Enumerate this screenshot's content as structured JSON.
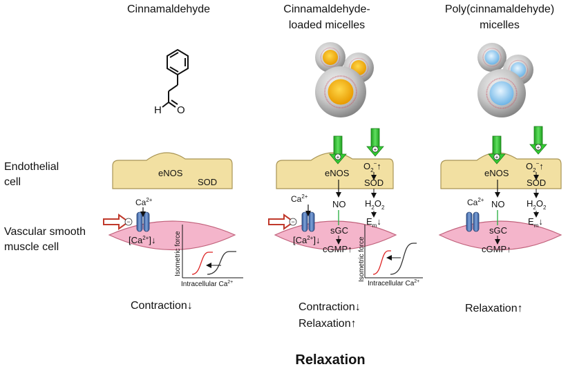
{
  "columns": {
    "col1": {
      "title": "Cinnamaldehyde",
      "outcome_a": "Contraction↓"
    },
    "col2": {
      "title_line1": "Cinnamaldehyde-",
      "title_line2": "loaded micelles",
      "outcome_a": "Contraction↓",
      "outcome_b": "Relaxation↑"
    },
    "col3": {
      "title_line1": "Poly(cinnamaldehyde)",
      "title_line2": "micelles",
      "outcome_a": "Relaxation↑"
    }
  },
  "row_labels": {
    "endothelial_line1": "Endothelial",
    "endothelial_line2": "cell",
    "vsmc_line1": "Vascular smooth",
    "vsmc_line2": "muscle cell"
  },
  "molecule": {
    "h": "H",
    "o": "O"
  },
  "labels": {
    "enos": "eNOS",
    "sod": "SOD",
    "ca": "Ca",
    "ca_sup": "2+",
    "ca_int_open": "[Ca",
    "ca_int_close": "]↓",
    "no": "NO",
    "sgc": "sGC",
    "cgmp": "cGMP↑",
    "o2": "O",
    "o2_sub": "2",
    "o2_sup": "−",
    "o2_arrow": "↑",
    "h2o2_h": "H",
    "h2o2_sub": "2",
    "h2o2_o": "O",
    "em": "E",
    "em_sub": "m",
    "em_arrow": "↓",
    "minus": "−",
    "plus": "+",
    "graph_y": "Isometric force",
    "graph_x": "Intracellular Ca"
  },
  "footer": {
    "title": "Relaxation"
  },
  "colors": {
    "endothelium": "#f2e0a2",
    "endothelium_stroke": "#a89454",
    "vsmc": "#f4b5cb",
    "vsmc_stroke": "#c0607a",
    "green_arrow": "#33cc33",
    "red_arrow": "#c0392b",
    "channel": "#4a72b0",
    "micelle_core_orange": "#f3b400",
    "micelle_core_blue": "#9fd0f2"
  }
}
